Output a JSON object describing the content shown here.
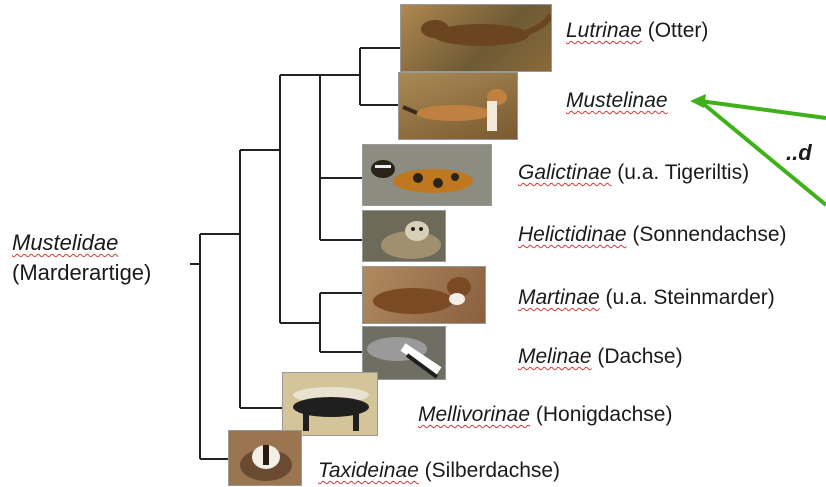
{
  "root": {
    "scientific": "Mustelidae",
    "common": "(Marderartige)"
  },
  "taxa": [
    {
      "id": "lutrinae",
      "scientific": "Lutrinae",
      "common": " (Otter)",
      "photo_bg": "#8a6a3a",
      "animal_color": "#6b4420"
    },
    {
      "id": "mustelinae",
      "scientific": "Mustelinae",
      "common": "",
      "photo_bg": "#9c7a45",
      "animal_color": "#b87a3a"
    },
    {
      "id": "galictinae",
      "scientific": "Galictinae",
      "common": " (u.a. Tigeriltis)",
      "photo_bg": "#8c8c80",
      "animal_color": "#2a2418"
    },
    {
      "id": "helictidinae",
      "scientific": "Helictidinae",
      "common": " (Sonnendachse)",
      "photo_bg": "#7d7a6a",
      "animal_color": "#8a7a60"
    },
    {
      "id": "martinae",
      "scientific": "Martinae",
      "common": " (u.a. Steinmarder)",
      "photo_bg": "#a07a55",
      "animal_color": "#7a4a25"
    },
    {
      "id": "melinae",
      "scientific": "Melinae",
      "common": " (Dachse)",
      "photo_bg": "#6e6e62",
      "animal_color": "#3a3a3a"
    },
    {
      "id": "mellivorinae",
      "scientific": "Mellivorinae",
      "common": " (Honigdachse)",
      "photo_bg": "#c8b890",
      "animal_color": "#1f1f1f"
    },
    {
      "id": "taxideinae",
      "scientific": "Taxideinae",
      "common": " (Silberdachse)",
      "photo_bg": "#9a7550",
      "animal_color": "#6a4a30"
    }
  ],
  "annotation": {
    "text": "..d",
    "line_color": "#3fb21a"
  },
  "colors": {
    "branch": "#222222",
    "underline": "#d23b3b"
  }
}
